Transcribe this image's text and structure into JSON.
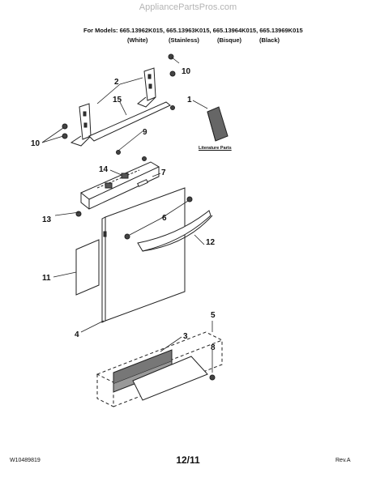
{
  "header": {
    "watermark": "AppliancePartsPros.com",
    "models_line": "For Models: 665.13962K015, 665.13963K015, 665.13964K015, 665.13969K015",
    "finishes": [
      "(White)",
      "(Stainless)",
      "(Bisque)",
      "(Black)"
    ]
  },
  "diagram": {
    "literature_label": "Literature Parts",
    "callouts": [
      "10",
      "2",
      "15",
      "1",
      "9",
      "10",
      "14",
      "7",
      "13",
      "6",
      "12",
      "11",
      "4",
      "5",
      "3",
      "8"
    ]
  },
  "footer": {
    "doc_number": "W10489819",
    "page": "12/11",
    "revision": "Rev.A"
  },
  "colors": {
    "line": "#222222",
    "watermark": "#b4b4b4",
    "shade": "#555555"
  }
}
